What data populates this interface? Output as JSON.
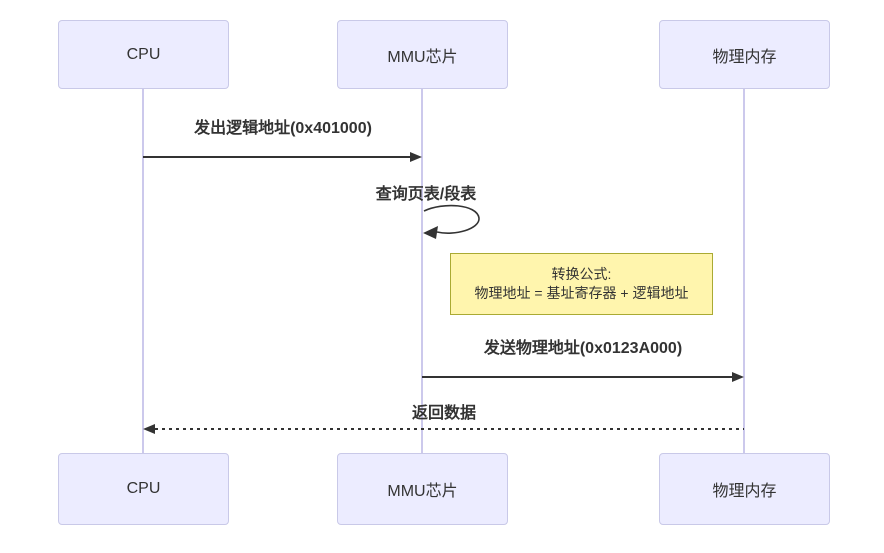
{
  "diagram": {
    "type": "sequence",
    "actors": [
      {
        "id": "cpu",
        "label": "CPU"
      },
      {
        "id": "mmu",
        "label": "MMU芯片"
      },
      {
        "id": "memory",
        "label": "物理内存"
      }
    ],
    "messages": [
      {
        "label": "发出逻辑地址(0x401000)",
        "from": "CPU",
        "to": "MMU芯片",
        "line": "solid",
        "arrow": "filled-right"
      },
      {
        "label": "查询页表/段表",
        "from": "MMU芯片",
        "to": "MMU芯片",
        "line": "self-loop",
        "arrow": "filled-left"
      },
      {
        "label": "发送物理地址(0x0123A000)",
        "from": "MMU芯片",
        "to": "物理内存",
        "line": "solid",
        "arrow": "filled-right"
      },
      {
        "label": "返回数据",
        "from": "物理内存",
        "to": "CPU",
        "line": "dashed",
        "arrow": "filled-left"
      }
    ],
    "note": {
      "line1": "转换公式:",
      "line2": "物理地址 = 基址寄存器 + 逻辑地址"
    },
    "colors": {
      "background": "#FFFFFF",
      "actor_fill": "#ECECFF",
      "actor_border": "#C9C9E8",
      "lifeline": "#CCC9EC",
      "arrow": "#333333",
      "text": "#333333",
      "note_fill": "#FFF5AD",
      "note_border": "#AAAA33"
    }
  }
}
